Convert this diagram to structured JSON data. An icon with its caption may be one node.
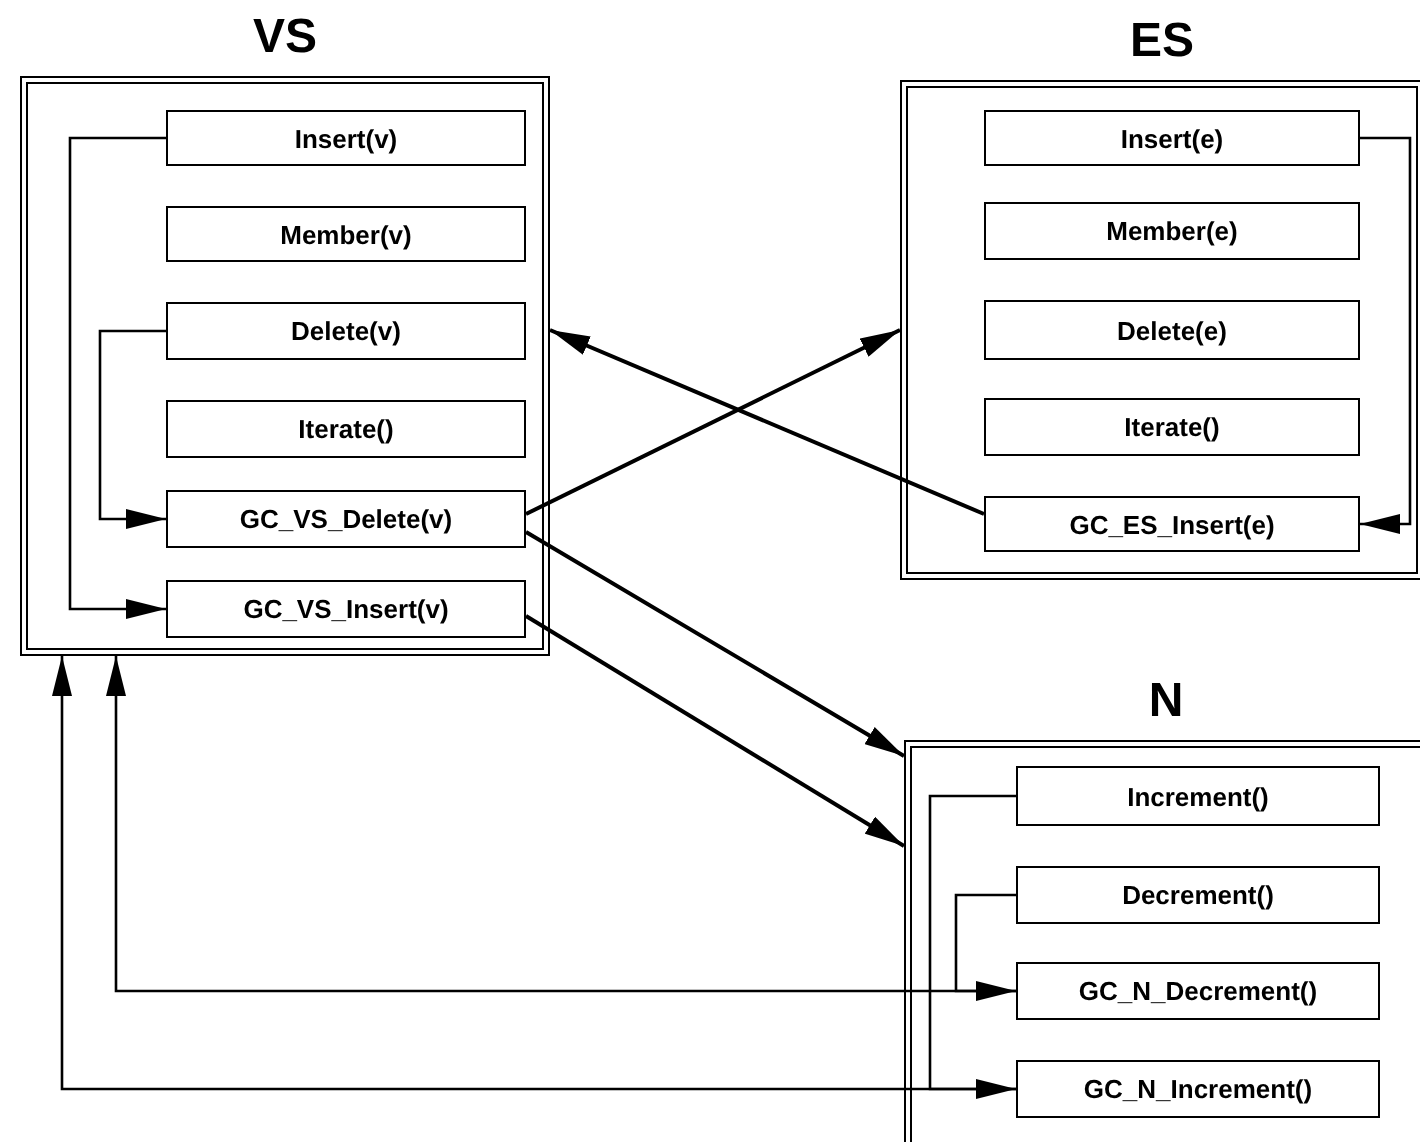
{
  "diagram": {
    "nodes": [
      {
        "text": [
          "VS"
        ]
      },
      {
        "text": [
          "Insert(v)"
        ],
        "in": 0
      },
      {
        "text": [
          "Member(v)"
        ],
        "in": 0
      },
      {
        "text": [
          "Delete(v)"
        ],
        "in": 0
      },
      {
        "text": [
          "Iterate()"
        ],
        "in": 0
      },
      {
        "text": [
          "GC_VS_Delete(v)"
        ],
        "in": 0
      },
      {
        "text": [
          "GC_VS_Insert(v)"
        ],
        "in": 0
      },
      {
        "text": [
          "ES"
        ]
      },
      {
        "text": [
          "Insert(e)"
        ],
        "in": 7
      },
      {
        "text": [
          "Member(e)"
        ],
        "in": 7
      },
      {
        "text": [
          "Delete(e)"
        ],
        "in": 7
      },
      {
        "text": [
          "Iterate()"
        ],
        "in": 7
      },
      {
        "text": [
          "GC_ES_Insert(e)"
        ],
        "in": 7
      },
      {
        "text": [
          "N"
        ]
      },
      {
        "text": [
          "Increment()"
        ],
        "in": 13
      },
      {
        "text": [
          "Decrement()"
        ],
        "in": 13
      },
      {
        "text": [
          "GC_N_Decrement()"
        ],
        "in": 13
      },
      {
        "text": [
          "GC_N_Increment()"
        ],
        "in": 13
      }
    ],
    "edges": [
      {
        "from": 1,
        "to": 6,
        "arrow": "to"
      },
      {
        "from": 3,
        "to": 5,
        "arrow": "to"
      },
      {
        "from": 8,
        "to": 12,
        "arrow": "to"
      },
      {
        "from": 5,
        "to": 7,
        "arrow": "to"
      },
      {
        "from": 12,
        "to": 0,
        "arrow": "to"
      },
      {
        "from": 5,
        "to": 13,
        "arrow": "to"
      },
      {
        "from": 6,
        "to": 13,
        "arrow": "to"
      },
      {
        "from": 14,
        "to": 17,
        "arrow": "to"
      },
      {
        "from": 15,
        "to": 16,
        "arrow": "to"
      },
      {
        "from": 16,
        "to": 0,
        "arrow": "to"
      },
      {
        "from": 17,
        "to": 0,
        "arrow": "to"
      }
    ]
  }
}
